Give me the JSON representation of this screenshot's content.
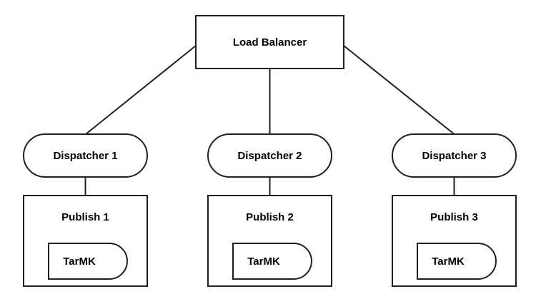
{
  "diagram": {
    "background": "#ffffff",
    "stroke_color": "#1f1f1f",
    "text_color": "#000000",
    "nodes": {
      "load_balancer": {
        "label": "Load Balancer"
      },
      "dispatchers": [
        {
          "label": "Dispatcher 1"
        },
        {
          "label": "Dispatcher 2"
        },
        {
          "label": "Dispatcher 3"
        }
      ],
      "publishers": [
        {
          "label": "Publish 1",
          "storage": "TarMK"
        },
        {
          "label": "Publish 2",
          "storage": "TarMK"
        },
        {
          "label": "Publish 3",
          "storage": "TarMK"
        }
      ]
    },
    "edges": [
      {
        "from": "Load Balancer",
        "to": "Dispatcher 1"
      },
      {
        "from": "Load Balancer",
        "to": "Dispatcher 2"
      },
      {
        "from": "Load Balancer",
        "to": "Dispatcher 3"
      },
      {
        "from": "Dispatcher 1",
        "to": "Publish 1"
      },
      {
        "from": "Dispatcher 2",
        "to": "Publish 2"
      },
      {
        "from": "Dispatcher 3",
        "to": "Publish 3"
      }
    ]
  }
}
